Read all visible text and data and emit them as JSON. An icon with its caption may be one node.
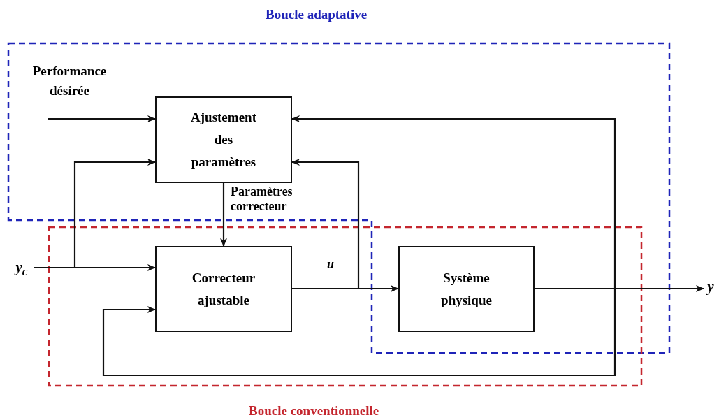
{
  "diagram": {
    "nodes": [
      {
        "text": [
          "Boucle adaptative"
        ]
      },
      {
        "text": [
          "Boucle conventionnelle"
        ]
      },
      {
        "text": [
          "Performance désirée"
        ],
        "in": 0
      },
      {
        "text": [
          "Ajustement des paramètres"
        ],
        "in": 0
      },
      {
        "text": [
          "Correcteur ajustable"
        ],
        "in": 1
      },
      {
        "text": [
          "Système physique"
        ]
      },
      {
        "text": [
          "y$_{c}$"
        ]
      },
      {
        "text": [
          "y"
        ]
      }
    ],
    "edges": [
      {
        "from": 2,
        "to": 3,
        "arrow": "to"
      },
      {
        "from": 6,
        "to": 3,
        "arrow": "to"
      },
      {
        "from": 6,
        "to": 4,
        "arrow": "to"
      },
      {
        "from": 3,
        "to": 4,
        "arrow": "to",
        "label": "Paramètres correcteur"
      },
      {
        "from": 4,
        "to": 5,
        "arrow": "to",
        "label": "u"
      },
      {
        "from": 4,
        "to": 3,
        "arrow": "to"
      },
      {
        "from": 5,
        "to": 7,
        "arrow": "to"
      },
      {
        "from": 5,
        "to": 3,
        "arrow": "to"
      },
      {
        "from": 5,
        "to": 4,
        "arrow": "to"
      }
    ]
  }
}
